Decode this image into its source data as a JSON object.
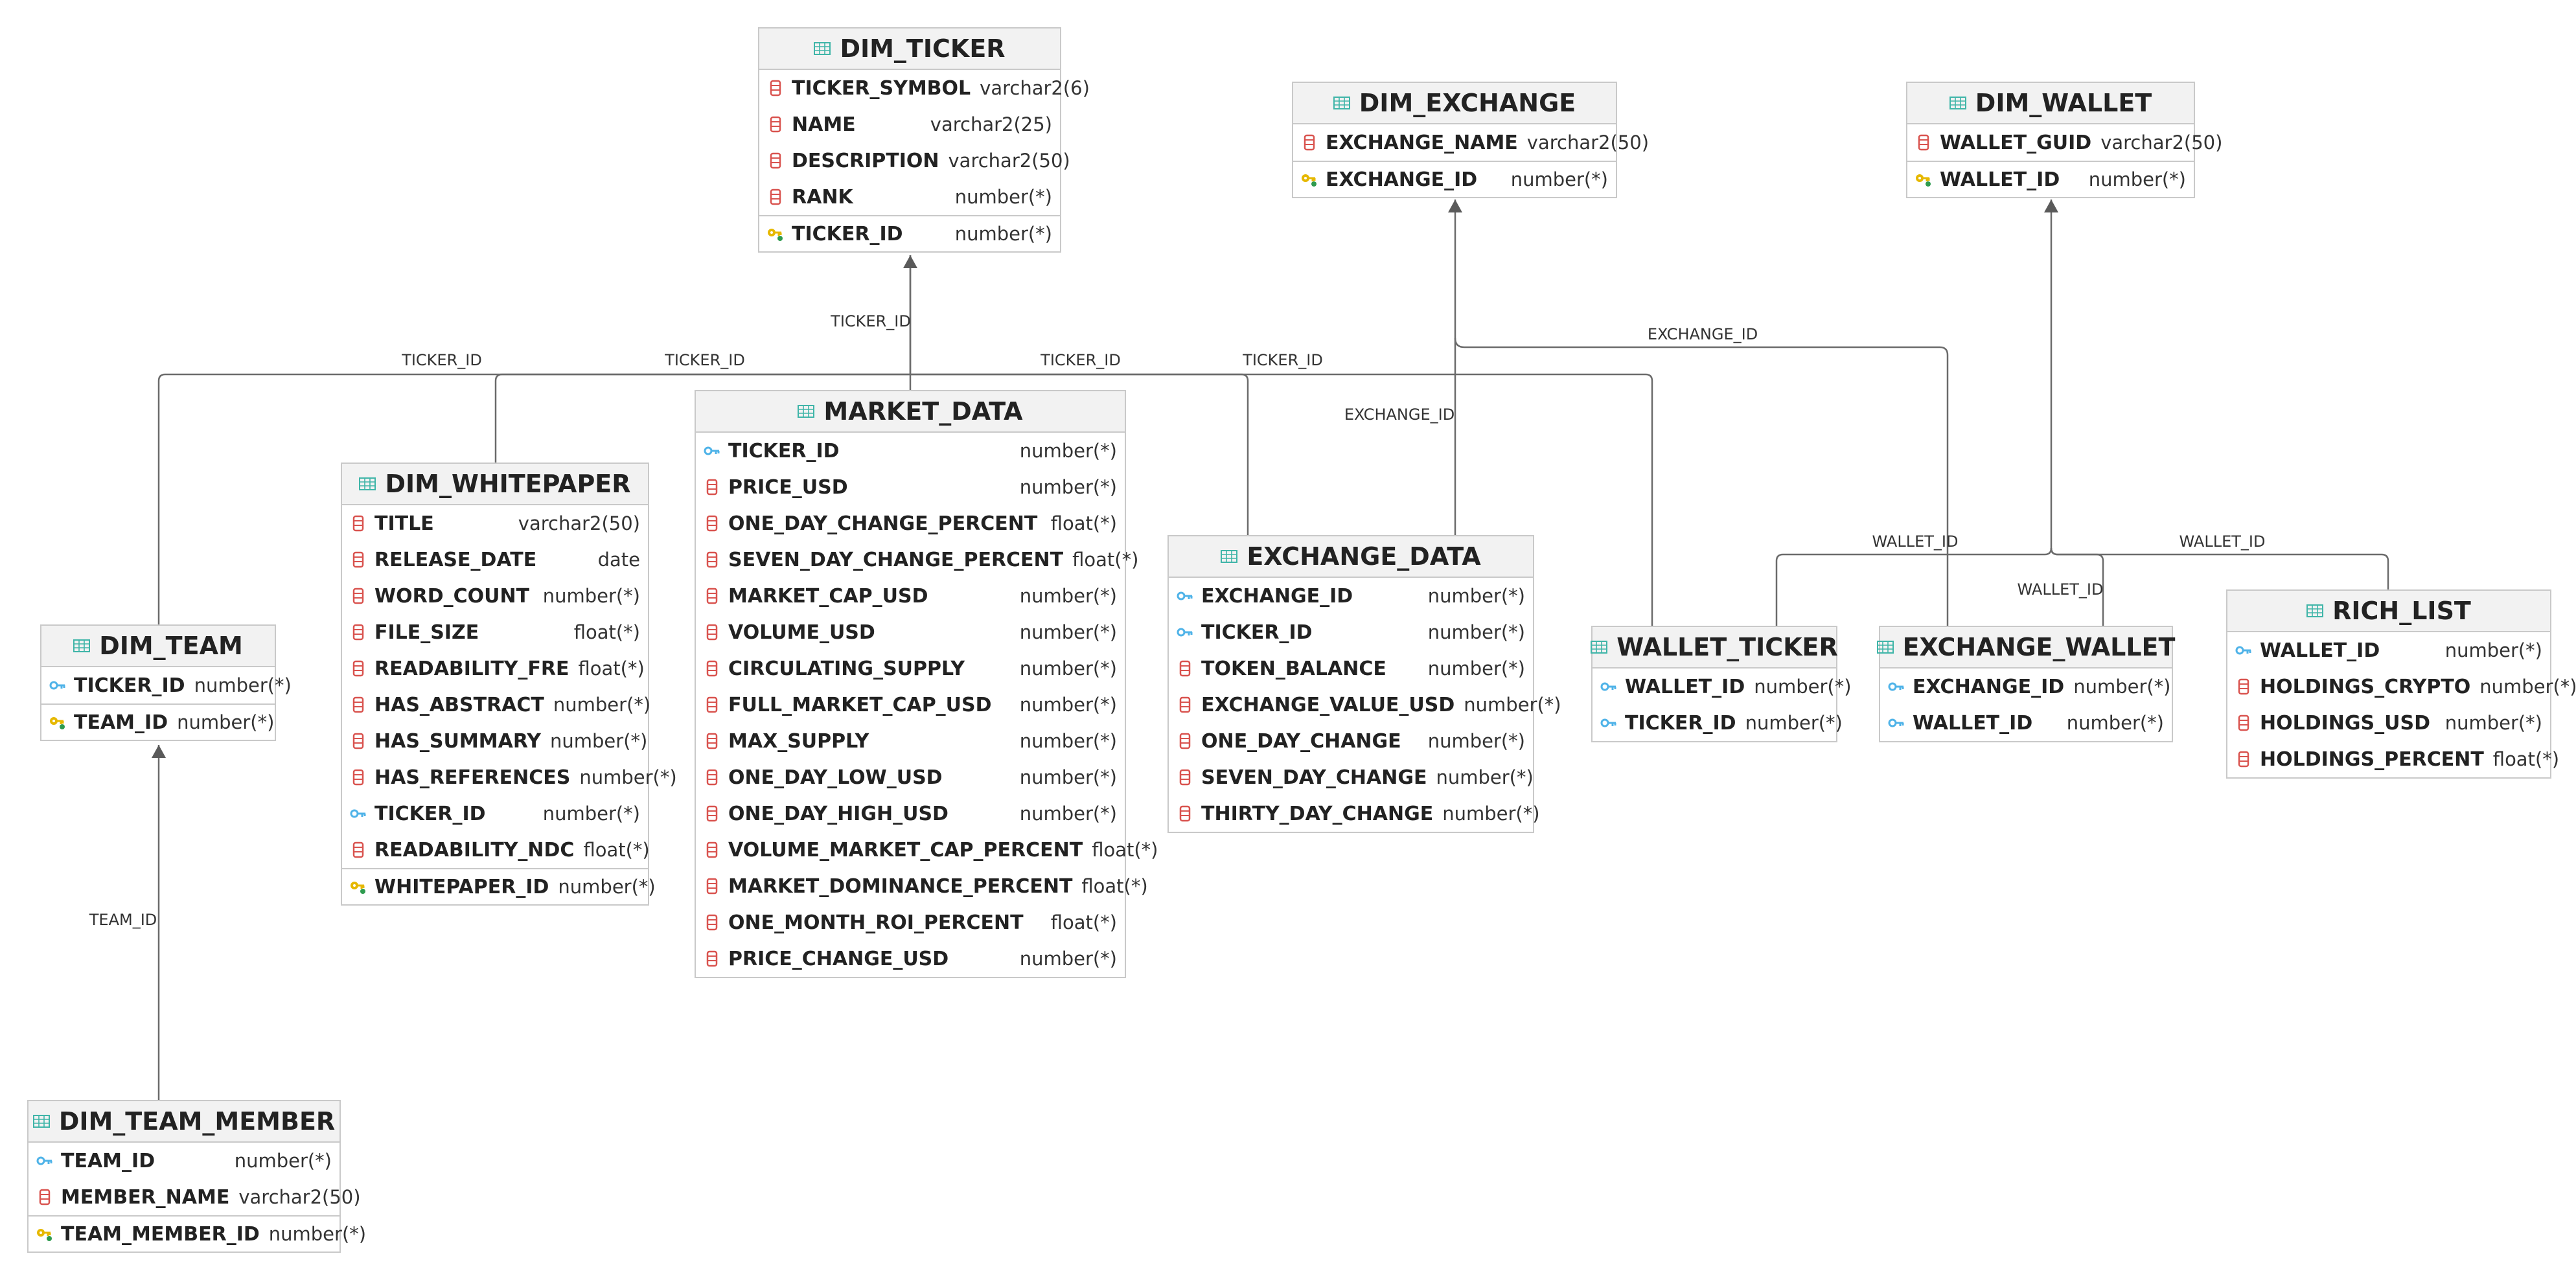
{
  "colors": {
    "border": "#c9c9c9",
    "header_bg": "#f2f2f2",
    "edge": "#6b6b6b",
    "column_icon": "#d9534f",
    "foreign_key_icon": "#4fb3e8",
    "primary_key_icon": "#e6b800",
    "table_icon": "#3fb5a8"
  },
  "entities": [
    {
      "id": "dim_ticker",
      "name": "DIM_TICKER",
      "columns": [
        {
          "name": "TICKER_SYMBOL",
          "type": "varchar2(6)",
          "icon": "column-icon"
        },
        {
          "name": "NAME",
          "type": "varchar2(25)",
          "icon": "column-icon"
        },
        {
          "name": "DESCRIPTION",
          "type": "varchar2(50)",
          "icon": "column-icon"
        },
        {
          "name": "RANK",
          "type": "number(*)",
          "icon": "column-icon"
        },
        {
          "name": "TICKER_ID",
          "type": "number(*)",
          "icon": "primary-key-icon"
        }
      ]
    },
    {
      "id": "dim_exchange",
      "name": "DIM_EXCHANGE",
      "columns": [
        {
          "name": "EXCHANGE_NAME",
          "type": "varchar2(50)",
          "icon": "column-icon"
        },
        {
          "name": "EXCHANGE_ID",
          "type": "number(*)",
          "icon": "primary-key-icon"
        }
      ]
    },
    {
      "id": "dim_wallet",
      "name": "DIM_WALLET",
      "columns": [
        {
          "name": "WALLET_GUID",
          "type": "varchar2(50)",
          "icon": "column-icon"
        },
        {
          "name": "WALLET_ID",
          "type": "number(*)",
          "icon": "primary-key-icon"
        }
      ]
    },
    {
      "id": "market_data",
      "name": "MARKET_DATA",
      "columns": [
        {
          "name": "TICKER_ID",
          "type": "number(*)",
          "icon": "foreign-key-icon"
        },
        {
          "name": "PRICE_USD",
          "type": "number(*)",
          "icon": "column-icon"
        },
        {
          "name": "ONE_DAY_CHANGE_PERCENT",
          "type": "float(*)",
          "icon": "column-icon"
        },
        {
          "name": "SEVEN_DAY_CHANGE_PERCENT",
          "type": "float(*)",
          "icon": "column-icon"
        },
        {
          "name": "MARKET_CAP_USD",
          "type": "number(*)",
          "icon": "column-icon"
        },
        {
          "name": "VOLUME_USD",
          "type": "number(*)",
          "icon": "column-icon"
        },
        {
          "name": "CIRCULATING_SUPPLY",
          "type": "number(*)",
          "icon": "column-icon"
        },
        {
          "name": "FULL_MARKET_CAP_USD",
          "type": "number(*)",
          "icon": "column-icon"
        },
        {
          "name": "MAX_SUPPLY",
          "type": "number(*)",
          "icon": "column-icon"
        },
        {
          "name": "ONE_DAY_LOW_USD",
          "type": "number(*)",
          "icon": "column-icon"
        },
        {
          "name": "ONE_DAY_HIGH_USD",
          "type": "number(*)",
          "icon": "column-icon"
        },
        {
          "name": "VOLUME_MARKET_CAP_PERCENT",
          "type": "float(*)",
          "icon": "column-icon"
        },
        {
          "name": "MARKET_DOMINANCE_PERCENT",
          "type": "float(*)",
          "icon": "column-icon"
        },
        {
          "name": "ONE_MONTH_ROI_PERCENT",
          "type": "float(*)",
          "icon": "column-icon"
        },
        {
          "name": "PRICE_CHANGE_USD",
          "type": "number(*)",
          "icon": "column-icon"
        }
      ]
    },
    {
      "id": "dim_whitepaper",
      "name": "DIM_WHITEPAPER",
      "columns": [
        {
          "name": "TITLE",
          "type": "varchar2(50)",
          "icon": "column-icon"
        },
        {
          "name": "RELEASE_DATE",
          "type": "date",
          "icon": "column-icon"
        },
        {
          "name": "WORD_COUNT",
          "type": "number(*)",
          "icon": "column-icon"
        },
        {
          "name": "FILE_SIZE",
          "type": "float(*)",
          "icon": "column-icon"
        },
        {
          "name": "READABILITY_FRE",
          "type": "float(*)",
          "icon": "column-icon"
        },
        {
          "name": "HAS_ABSTRACT",
          "type": "number(*)",
          "icon": "column-icon"
        },
        {
          "name": "HAS_SUMMARY",
          "type": "number(*)",
          "icon": "column-icon"
        },
        {
          "name": "HAS_REFERENCES",
          "type": "number(*)",
          "icon": "column-icon"
        },
        {
          "name": "TICKER_ID",
          "type": "number(*)",
          "icon": "foreign-key-icon"
        },
        {
          "name": "READABILITY_NDC",
          "type": "float(*)",
          "icon": "column-icon"
        },
        {
          "name": "WHITEPAPER_ID",
          "type": "number(*)",
          "icon": "primary-key-icon"
        }
      ]
    },
    {
      "id": "dim_team",
      "name": "DIM_TEAM",
      "columns": [
        {
          "name": "TICKER_ID",
          "type": "number(*)",
          "icon": "foreign-key-icon"
        },
        {
          "name": "TEAM_ID",
          "type": "number(*)",
          "icon": "primary-key-icon"
        }
      ]
    },
    {
      "id": "dim_team_member",
      "name": "DIM_TEAM_MEMBER",
      "columns": [
        {
          "name": "TEAM_ID",
          "type": "number(*)",
          "icon": "foreign-key-icon"
        },
        {
          "name": "MEMBER_NAME",
          "type": "varchar2(50)",
          "icon": "column-icon"
        },
        {
          "name": "TEAM_MEMBER_ID",
          "type": "number(*)",
          "icon": "primary-key-icon"
        }
      ]
    },
    {
      "id": "exchange_data",
      "name": "EXCHANGE_DATA",
      "columns": [
        {
          "name": "EXCHANGE_ID",
          "type": "number(*)",
          "icon": "foreign-key-icon"
        },
        {
          "name": "TICKER_ID",
          "type": "number(*)",
          "icon": "foreign-key-icon"
        },
        {
          "name": "TOKEN_BALANCE",
          "type": "number(*)",
          "icon": "column-icon"
        },
        {
          "name": "EXCHANGE_VALUE_USD",
          "type": "number(*)",
          "icon": "column-icon"
        },
        {
          "name": "ONE_DAY_CHANGE",
          "type": "number(*)",
          "icon": "column-icon"
        },
        {
          "name": "SEVEN_DAY_CHANGE",
          "type": "number(*)",
          "icon": "column-icon"
        },
        {
          "name": "THIRTY_DAY_CHANGE",
          "type": "number(*)",
          "icon": "column-icon"
        }
      ]
    },
    {
      "id": "wallet_ticker",
      "name": "WALLET_TICKER",
      "columns": [
        {
          "name": "WALLET_ID",
          "type": "number(*)",
          "icon": "foreign-key-icon"
        },
        {
          "name": "TICKER_ID",
          "type": "number(*)",
          "icon": "foreign-key-icon"
        }
      ]
    },
    {
      "id": "exchange_wallet",
      "name": "EXCHANGE_WALLET",
      "columns": [
        {
          "name": "EXCHANGE_ID",
          "type": "number(*)",
          "icon": "foreign-key-icon"
        },
        {
          "name": "WALLET_ID",
          "type": "number(*)",
          "icon": "foreign-key-icon"
        }
      ]
    },
    {
      "id": "rich_list",
      "name": "RICH_LIST",
      "columns": [
        {
          "name": "WALLET_ID",
          "type": "number(*)",
          "icon": "foreign-key-icon"
        },
        {
          "name": "HOLDINGS_CRYPTO",
          "type": "number(*)",
          "icon": "column-icon"
        },
        {
          "name": "HOLDINGS_USD",
          "type": "number(*)",
          "icon": "column-icon"
        },
        {
          "name": "HOLDINGS_PERCENT",
          "type": "float(*)",
          "icon": "column-icon"
        }
      ]
    }
  ],
  "relationships": [
    {
      "from": "dim_team",
      "to": "dim_ticker",
      "label": "TICKER_ID"
    },
    {
      "from": "dim_whitepaper",
      "to": "dim_ticker",
      "label": "TICKER_ID"
    },
    {
      "from": "market_data",
      "to": "dim_ticker",
      "label": "TICKER_ID"
    },
    {
      "from": "exchange_data",
      "to": "dim_ticker",
      "label": "TICKER_ID"
    },
    {
      "from": "wallet_ticker",
      "to": "dim_ticker",
      "label": "TICKER_ID"
    },
    {
      "from": "exchange_data",
      "to": "dim_exchange",
      "label": "EXCHANGE_ID"
    },
    {
      "from": "exchange_wallet",
      "to": "dim_exchange",
      "label": "EXCHANGE_ID"
    },
    {
      "from": "wallet_ticker",
      "to": "dim_wallet",
      "label": "WALLET_ID"
    },
    {
      "from": "exchange_wallet",
      "to": "dim_wallet",
      "label": "WALLET_ID"
    },
    {
      "from": "rich_list",
      "to": "dim_wallet",
      "label": "WALLET_ID"
    },
    {
      "from": "dim_team_member",
      "to": "dim_team",
      "label": "TEAM_ID"
    }
  ]
}
